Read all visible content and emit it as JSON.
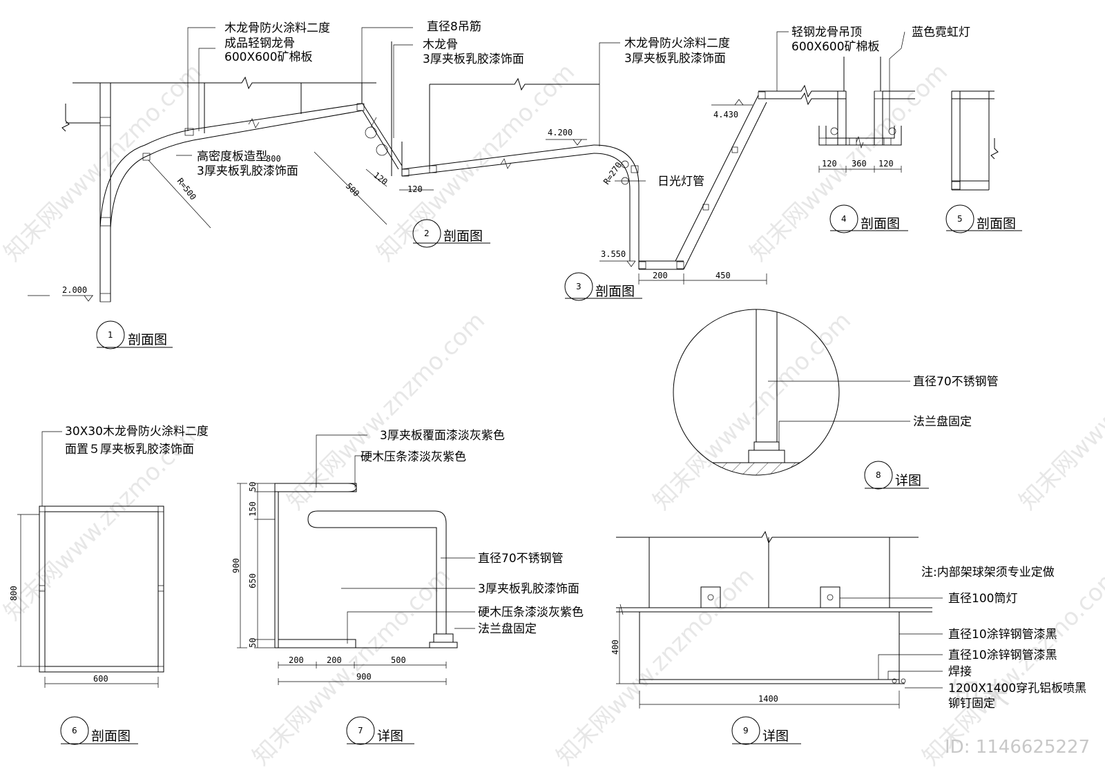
{
  "watermark": {
    "text": "知末网www.znzmo.com",
    "brand": "知末",
    "id_label": "ID: 1146625227"
  },
  "sec1": {
    "title": "剖面图",
    "num": "1",
    "labels": [
      "木龙骨防火涂料二度",
      "成品轻钢龙骨",
      "600X600矿棉板",
      "高密度板造型",
      "3厚夹板乳胶漆饰面"
    ],
    "radius": "R=500",
    "level": "2.000",
    "dim_800": "800"
  },
  "sec2": {
    "title": "剖面图",
    "num": "2",
    "labels": [
      "直径8吊筋",
      "木龙骨",
      "3厚夹板乳胶漆饰面"
    ],
    "dims": [
      "120",
      "120",
      "500"
    ]
  },
  "sec3": {
    "title": "剖面图",
    "num": "3",
    "labels": [
      "木龙骨防火涂料二度",
      "3厚夹板乳胶漆饰面",
      "日光灯管"
    ],
    "radius": "R=270",
    "level_a": "4.200",
    "level_b": "3.550",
    "level_c": "4.430",
    "dims": [
      "200",
      "450"
    ]
  },
  "sec4": {
    "title": "剖面图",
    "num": "4",
    "labels": [
      "轻钢龙骨吊顶",
      "600X600矿棉板",
      "蓝色霓虹灯"
    ],
    "dims": [
      "120",
      "360",
      "120"
    ]
  },
  "sec5": {
    "title": "剖面图",
    "num": "5"
  },
  "sec6": {
    "title": "剖面图",
    "num": "6",
    "labels": [
      "30X30木龙骨防火涂料二度",
      "面置５厚夹板乳胶漆饰面"
    ],
    "dims": [
      "800",
      "600"
    ]
  },
  "sec7": {
    "title": "详图",
    "num": "7",
    "labels": [
      "3厚夹板覆面漆淡灰紫色",
      "硬木压条漆淡灰紫色",
      "直径70不锈钢管",
      "3厚夹板乳胶漆饰面",
      "硬木压条漆淡灰紫色",
      "法兰盘固定"
    ],
    "dims_v": [
      "50",
      "150",
      "650",
      "900",
      "50"
    ],
    "dims_h": [
      "200",
      "200",
      "500",
      "900"
    ]
  },
  "sec8": {
    "title": "详图",
    "num": "8",
    "labels": [
      "直径70不锈钢管",
      "法兰盘固定"
    ]
  },
  "sec9": {
    "title": "详图",
    "num": "9",
    "note": "注:内部架球架须专业定做",
    "labels": [
      "直径100筒灯",
      "直径10涂锌钢管漆黑",
      "直径10涂锌钢管漆黑",
      "焊接",
      "1200X1400穿孔铝板喷黑",
      "铆钉固定"
    ],
    "dims": [
      "400",
      "1400"
    ]
  }
}
